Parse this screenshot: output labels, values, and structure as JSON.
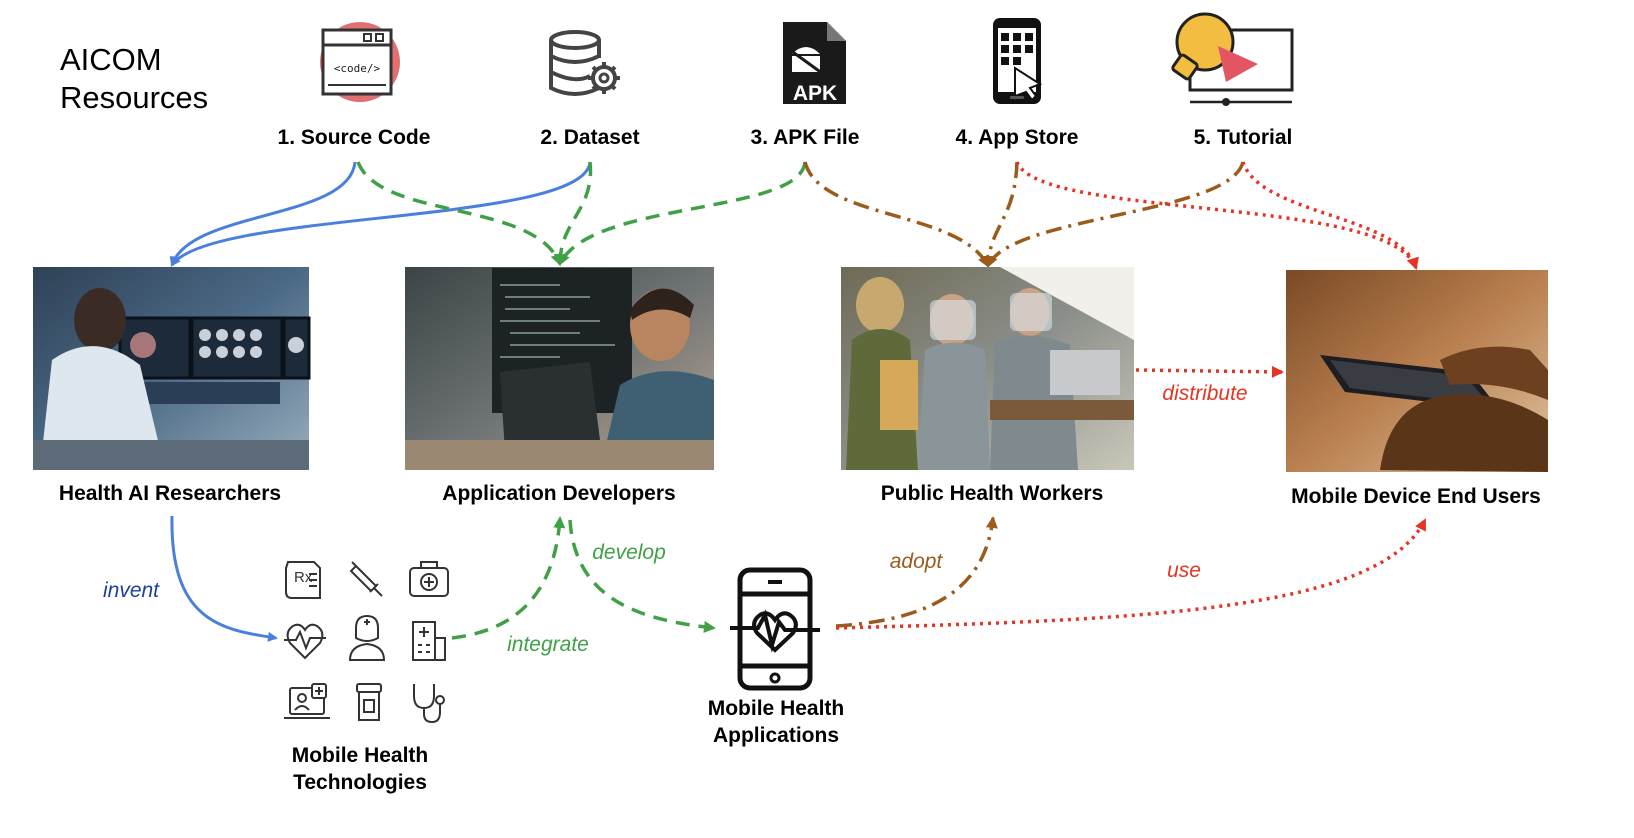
{
  "title": {
    "line1": "AICOM",
    "line2": "Resources"
  },
  "resources": [
    {
      "label": "1. Source Code",
      "icon": "code-window-icon",
      "icon_text": "<code/>"
    },
    {
      "label": "2. Dataset",
      "icon": "database-gear-icon"
    },
    {
      "label": "3. APK File",
      "icon": "apk-file-icon",
      "icon_text": "APK"
    },
    {
      "label": "4. App Store",
      "icon": "smartphone-app-grid-icon"
    },
    {
      "label": "5. Tutorial",
      "icon": "lightbulb-video-icon"
    }
  ],
  "stakeholders": [
    {
      "label": "Health AI Researchers",
      "photo": "researcher-brain-scans-photo"
    },
    {
      "label": "Application Developers",
      "photo": "developer-coding-photo"
    },
    {
      "label": "Public Health Workers",
      "photo": "health-workers-face-shields-photo"
    },
    {
      "label": "Mobile Device End Users",
      "photo": "hand-holding-phone-photo"
    }
  ],
  "technologies": {
    "label_line1": "Mobile Health",
    "label_line2": "Technologies",
    "icons": [
      "prescription-icon",
      "syringe-icon",
      "first-aid-kit-icon",
      "heartbeat-icon",
      "nurse-icon",
      "hospital-icon",
      "telemedicine-icon",
      "pill-bottle-icon",
      "stethoscope-icon"
    ]
  },
  "applications": {
    "label_line1": "Mobile Health",
    "label_line2": "Applications",
    "icon": "phone-heart-pulse-icon"
  },
  "edges": {
    "invent": "invent",
    "integrate": "integrate",
    "develop": "develop",
    "adopt": "adopt",
    "use": "use",
    "distribute": "distribute"
  },
  "colors": {
    "researcher_blue": "#4a7fdd",
    "developer_green": "#3fa046",
    "worker_brown": "#9a5b1b",
    "enduser_red": "#e53424",
    "invent_label": "#1f3f9a"
  }
}
